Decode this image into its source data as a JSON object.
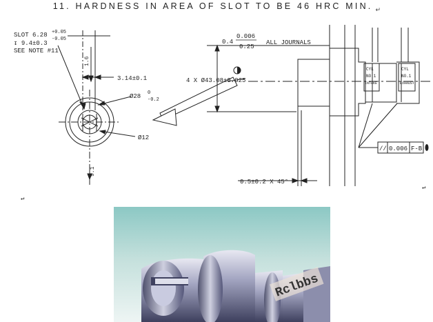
{
  "heading": "11. HARDNESS IN AREA OF SLOT TO BE 46 HRC MIN.",
  "para_mark": "↵",
  "slot": {
    "line1": "SLOT 6.28",
    "tol_plus": "+0.05",
    "tol_minus": "-0.05",
    "line2": "↧ 9.4±0.3",
    "line3": "SEE NOTE #11"
  },
  "dims": {
    "vertical_1_6": "1.6",
    "width_3_14": "3.14±0.1",
    "dia_28": "Ø28",
    "dia_28_upper": "0",
    "dia_28_lower": "-0.2",
    "dia_12": "Ø12",
    "vertical_9_1": "9.1",
    "journal_dia": "4 X Ø43.08±0.025",
    "runout_prefix": "0.4",
    "runout_num": "0.006",
    "runout_den": "0.25",
    "all_journals": "ALL JOURNALS",
    "chamfer": "0.5±0.2 X 45°"
  },
  "cylinders": {
    "intake_line1": "CYL",
    "intake_line2": "NO.1",
    "intake_line3": "INTAKE",
    "exhaust_line1": "CYL",
    "exhaust_line2": "NO.1",
    "exhaust_line3": "EXHAUST"
  },
  "fcf": {
    "symbol": "//",
    "value": "0.006",
    "datum": "F-B"
  },
  "watermark": "Rclbbs",
  "colors": {
    "line": "#222222",
    "photo_bg_top": "#c4e0dc",
    "photo_bg_bottom": "#e9f3f1",
    "metal_dark": "#4a4c6a",
    "metal_light": "#e6e6f0"
  }
}
